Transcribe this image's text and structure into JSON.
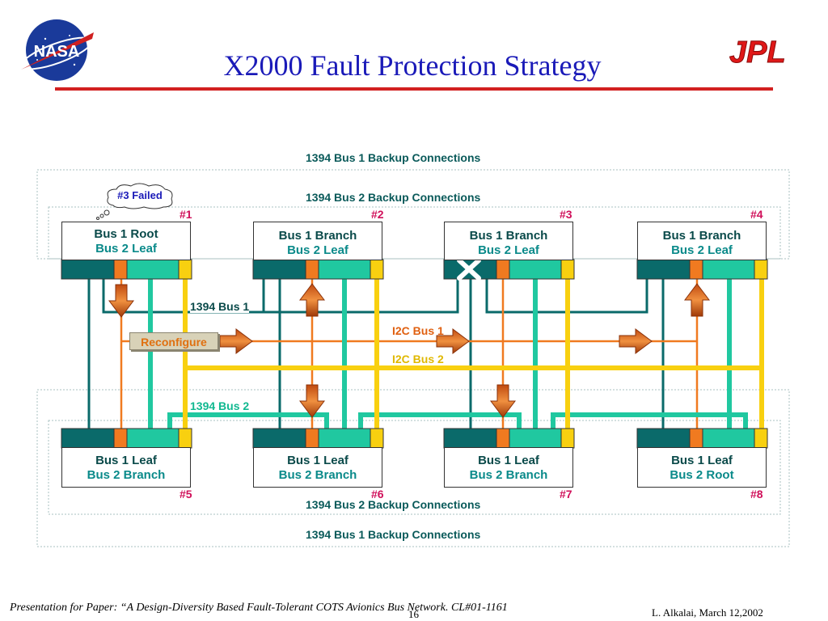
{
  "title": "X2000 Fault Protection Strategy",
  "logos": {
    "nasa": "NASA",
    "jpl": "JPL"
  },
  "labels": {
    "bus1_backup_top": "1394 Bus 1 Backup Connections",
    "bus2_backup_top": "1394 Bus 2 Backup Connections",
    "bus2_backup_bottom": "1394 Bus 2 Backup Connections",
    "bus1_backup_bottom": "1394 Bus 1 Backup Connections",
    "bus_1394_1": "1394 Bus 1",
    "bus_1394_2": "1394 Bus 2",
    "i2c_bus_1": "I2C Bus 1",
    "i2c_bus_2": "I2C Bus 2",
    "reconfigure": "Reconfigure",
    "failed": "#3 Failed"
  },
  "nodes": [
    {
      "num": "#1",
      "line1": "Bus 1 Root",
      "line2": "Bus 2 Leaf"
    },
    {
      "num": "#2",
      "line1": "Bus 1 Branch",
      "line2": "Bus 2 Leaf"
    },
    {
      "num": "#3",
      "line1": "Bus 1 Branch",
      "line2": "Bus 2 Leaf"
    },
    {
      "num": "#4",
      "line1": "Bus 1 Branch",
      "line2": "Bus 2 Leaf"
    },
    {
      "num": "#5",
      "line1": "Bus 1 Leaf",
      "line2": "Bus 2 Branch"
    },
    {
      "num": "#6",
      "line1": "Bus 1 Leaf",
      "line2": "Bus 2 Branch"
    },
    {
      "num": "#7",
      "line1": "Bus 1 Leaf",
      "line2": "Bus 2 Branch"
    },
    {
      "num": "#8",
      "line1": "Bus 1 Leaf",
      "line2": "Bus 2 Root"
    }
  ],
  "footer": {
    "left": "Presentation for Paper: “A Design-Diversity Based Fault-Tolerant COTS Avionics Bus Network.  CL#01-1161",
    "page": "16",
    "right": "L. Alkalai, March 12,2002"
  },
  "colors": {
    "teal_dark": "#0a6a6a",
    "teal_light": "#20c8a0",
    "orange": "#f07a20",
    "yellow": "#f8d010",
    "title": "#1a1ab8",
    "node_num": "#d0105a"
  }
}
